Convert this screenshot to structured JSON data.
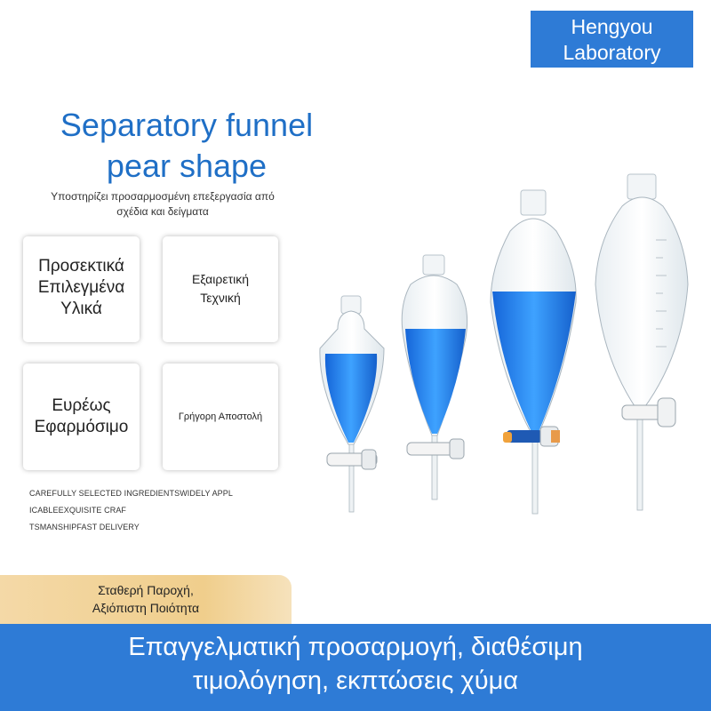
{
  "brand": {
    "line1": "Hengyou",
    "line2": "Laboratory"
  },
  "title": {
    "line1": "Separatory funnel",
    "line2": "pear shape"
  },
  "subtitle": {
    "line1": "Υποστηρίζει προσαρμοσμένη επεξεργασία από",
    "line2": "σχέδια και δείγματα"
  },
  "features": [
    {
      "lines": [
        "Προσεκτικά",
        "Επιλεγμένα",
        "Υλικά"
      ]
    },
    {
      "lines": [
        "Εξαιρετική",
        "Τεχνική"
      ]
    },
    {
      "lines": [
        "Ευρέως",
        "Εφαρμόσιμο"
      ]
    },
    {
      "lines": [
        "Γρήγορη Αποστολή"
      ]
    }
  ],
  "english_text": [
    "CAREFULLY SELECTED INGREDIENTSWIDELY APPL",
    "ICABLEEXQUISITE CRAF",
    "TSMANSHIPFAST DELIVERY"
  ],
  "promo": {
    "line1": "Σταθερή Παροχή,",
    "line2": "Αξιόπιστη Ποιότητα"
  },
  "banner": {
    "line1": "Επαγγελματική προσαρμογή, διαθέσιμη",
    "line2": "τιμολόγηση, εκπτώσεις χύμα"
  },
  "colors": {
    "brand_blue": "#2e7bd6",
    "title_blue": "#1f6fc6",
    "liquid_blue": "#1e88f0",
    "promo_gold": "#f0ce8c"
  },
  "products": [
    {
      "name": "small-funnel",
      "liquid": true
    },
    {
      "name": "medium-funnel",
      "liquid": true
    },
    {
      "name": "large-funnel",
      "liquid": true
    },
    {
      "name": "xl-funnel",
      "liquid": false
    }
  ]
}
